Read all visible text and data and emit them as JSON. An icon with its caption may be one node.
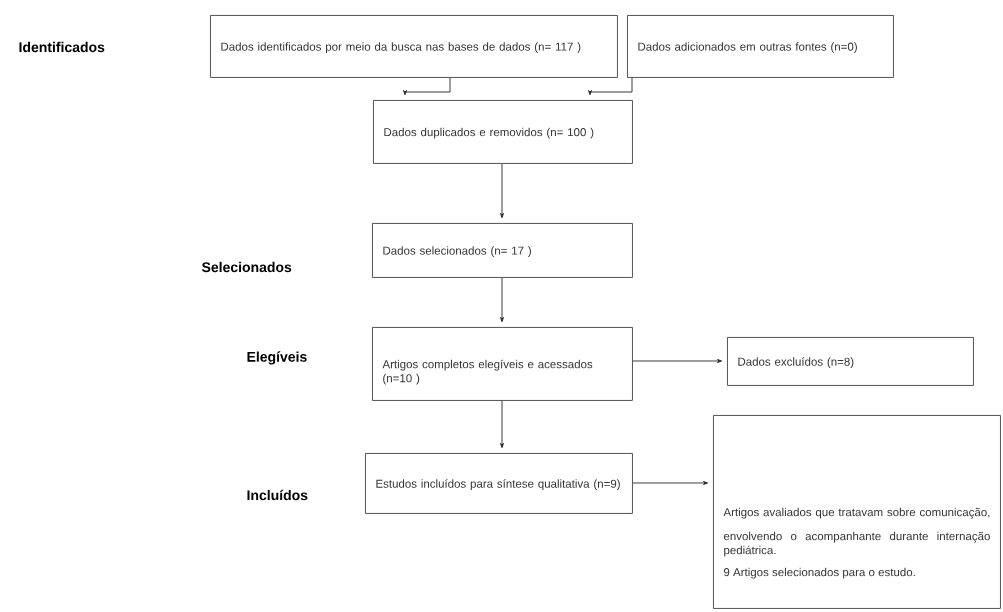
{
  "diagram": {
    "nodes": [
      {
        "text": [
          "Dados identificados por meio da busca nas bases de dados (n= 117 )"
        ]
      },
      {
        "text": [
          "Dados adicionados em outras fontes (n=0)"
        ]
      },
      {
        "text": [
          "Dados duplicados e removidos (n= 100 )"
        ]
      },
      {
        "text": [
          "Dados selecionados (n= 17 )"
        ]
      },
      {
        "text": [
          "Artigos completos elegíveis e acessados (n=10 )"
        ]
      },
      {
        "text": [
          "Dados excluídos (n=8)"
        ]
      },
      {
        "text": [
          "Estudos incluídos para síntese qualitativa (n=9)"
        ]
      },
      {
        "text": [
          "Artigos avaliados que tratavam sobre comunicação, envolvendo o acompanhante durante internação pediátrica.",
          "9 Artigos selecionados para o estudo."
        ]
      }
    ],
    "edges": [
      {
        "from": 0,
        "to": 2,
        "arrow": "to"
      },
      {
        "from": 1,
        "to": 2,
        "arrow": "to"
      },
      {
        "from": 2,
        "to": 3,
        "arrow": "to"
      },
      {
        "from": 3,
        "to": 4,
        "arrow": "to"
      },
      {
        "from": 4,
        "to": 5,
        "arrow": "to"
      },
      {
        "from": 4,
        "to": 6,
        "arrow": "to"
      },
      {
        "from": 6,
        "to": 7,
        "arrow": "to"
      }
    ],
    "labels": [
      "Identificados",
      "Selecionados",
      "Elegíveis",
      "Incluídos"
    ]
  }
}
